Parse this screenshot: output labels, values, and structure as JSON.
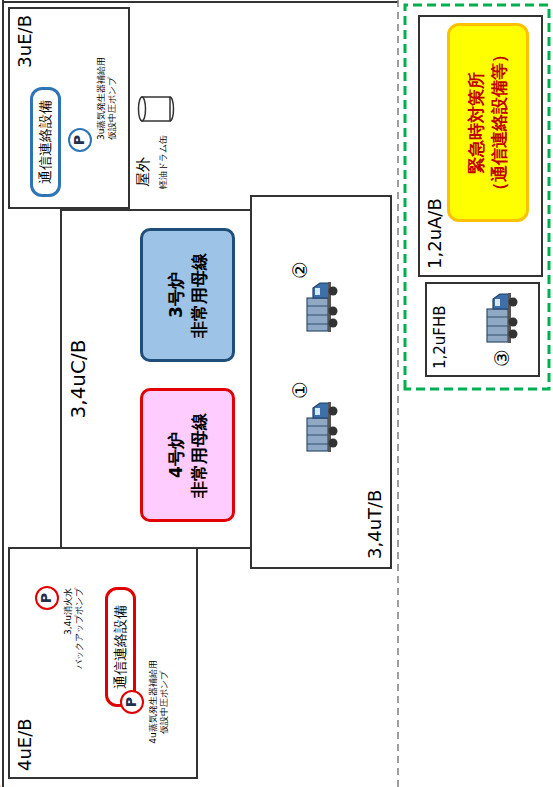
{
  "diagram": {
    "nodes": [
      {
        "text": [
          "4uE/B"
        ]
      },
      {
        "text": [
          "通信連絡設備"
        ],
        "in": 0
      },
      {
        "text": [
          "P",
          "3,4u消火水 バックアップポンプ"
        ],
        "in": 0
      },
      {
        "text": [
          "P",
          "4u蒸気発生器補給用 仮設中圧ポンプ"
        ],
        "in": 0
      },
      {
        "text": [
          "3,4uC/B"
        ]
      },
      {
        "text": [
          "4号炉 非常用母線"
        ],
        "in": 4
      },
      {
        "text": [
          "3号炉 非常用母線"
        ],
        "in": 4
      },
      {
        "text": [
          "3uE/B"
        ]
      },
      {
        "text": [
          "通信連絡設備"
        ],
        "in": 7
      },
      {
        "text": [
          "P",
          "3u蒸気発生器補給用 仮設中圧ポンプ"
        ],
        "in": 7
      },
      {
        "text": [
          "3,4uT/B"
        ]
      },
      {
        "text": [
          "①"
        ],
        "in": 10
      },
      {
        "text": [
          "②"
        ],
        "in": 10
      },
      {
        "text": [
          "1,2uFHB"
        ]
      },
      {
        "text": [
          "③"
        ],
        "in": 13
      },
      {
        "text": [
          "1,2uA/B"
        ]
      },
      {
        "text": [
          "緊急時対策所 （通信連絡設備等）"
        ],
        "in": 15
      }
    ],
    "edges": [
      {
        "from": 11,
        "to": 5,
        "arrow": "to"
      },
      {
        "from": 12,
        "to": 6,
        "arrow": "to"
      },
      {
        "from": 5,
        "to": 1,
        "arrow": "none"
      },
      {
        "from": 5,
        "to": 2,
        "arrow": "none"
      },
      {
        "from": 5,
        "to": 3,
        "arrow": "none"
      },
      {
        "from": 6,
        "to": 8,
        "arrow": "none"
      },
      {
        "from": 6,
        "to": 9,
        "arrow": "none"
      },
      {
        "from": 14,
        "to": 16,
        "arrow": "to"
      }
    ],
    "labels": [
      "屋外",
      "軽油ドラム缶"
    ]
  }
}
